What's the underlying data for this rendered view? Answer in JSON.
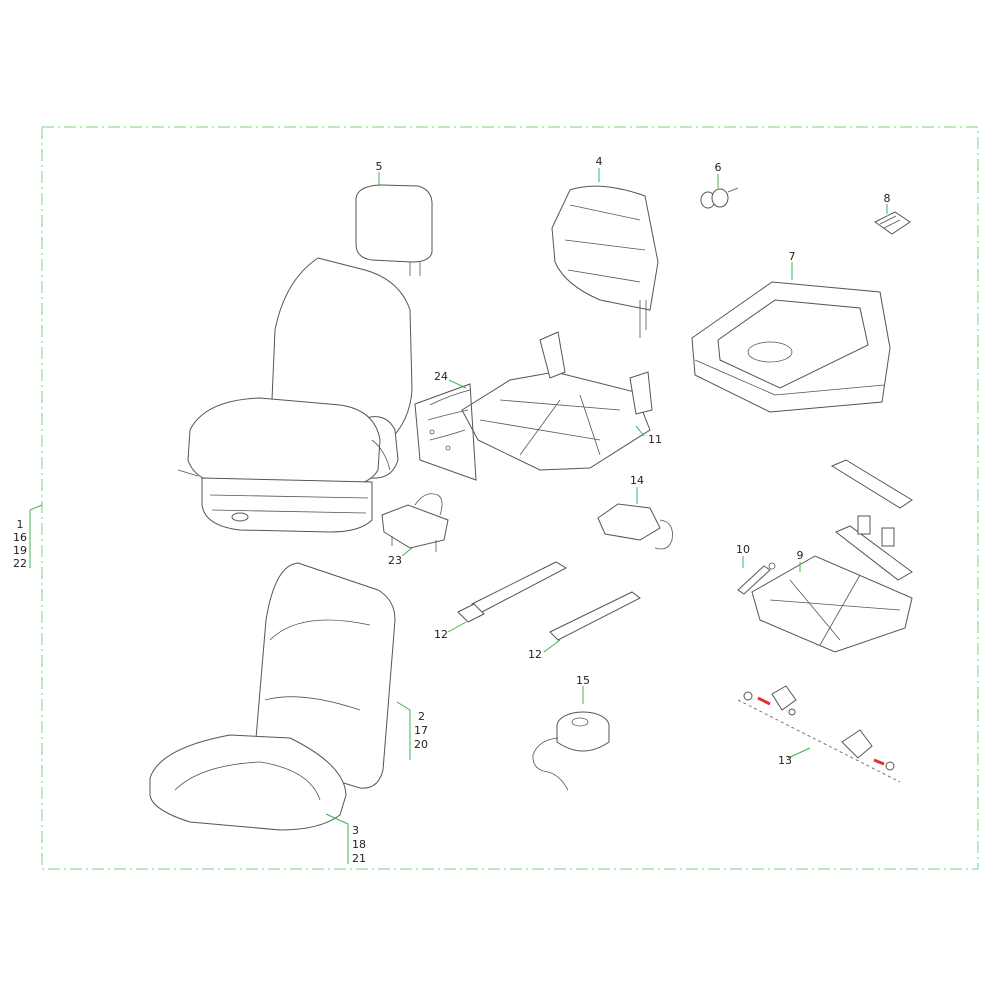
{
  "colors": {
    "frame": "#7ad67a",
    "leader": "#3cb44b",
    "line": "#555555",
    "accent": "#e03030"
  },
  "callouts": {
    "c1": "1",
    "c16": "16",
    "c19": "19",
    "c22": "22",
    "c2": "2",
    "c17": "17",
    "c20": "20",
    "c3": "3",
    "c18": "18",
    "c21": "21",
    "c4": "4",
    "c5": "5",
    "c6": "6",
    "c7": "7",
    "c8": "8",
    "c9": "9",
    "c10": "10",
    "c11": "11",
    "c12a": "12",
    "c12b": "12",
    "c13": "13",
    "c14": "14",
    "c15": "15",
    "c23": "23",
    "c24": "24"
  }
}
